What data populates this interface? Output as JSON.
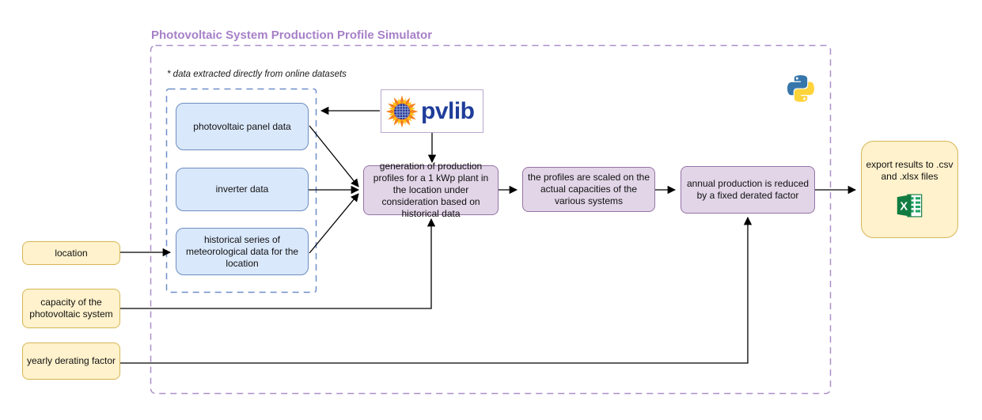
{
  "diagram": {
    "title": "Photovoltaic System Production Profile Simulator",
    "note": "* data extracted directly from online datasets",
    "nodes": {
      "panel": "photovoltaic panel data",
      "inverter": "inverter data",
      "meteo": "historical series of meteorological data for the location",
      "generation": "generation of production profiles for a 1 kWp plant in the location under consideration based on historical data",
      "scaled": "the profiles are scaled on the actual capacities of the various systems",
      "derated": "annual production is reduced by a fixed derated factor",
      "export_label": "export results to .csv and .xlsx files",
      "location": "location",
      "capacity": "capacity of the photovoltaic system",
      "yearly": "yearly derating factor"
    },
    "logos": {
      "pvlib_label": "pvlib",
      "excel_letter": "X"
    },
    "icons": [
      "pvlib-sun-icon",
      "python-icon",
      "excel-icon"
    ],
    "colors": {
      "title_text": "#a680c8",
      "outer_dashed_border": "#ab8fc9",
      "inner_dashed_border": "#6d8ec9",
      "blue_fill": "#dae8fc",
      "blue_stroke": "#6c8ebf",
      "purple_fill": "#e1d5e7",
      "purple_stroke": "#9673a6",
      "yellow_fill": "#fff2cc",
      "yellow_stroke": "#d6b656",
      "pvlib_text": "#1f3d99",
      "excel_green": "#107c41",
      "python_blue": "#3776ab",
      "python_yellow": "#ffd43b",
      "connector": "#000000"
    }
  }
}
